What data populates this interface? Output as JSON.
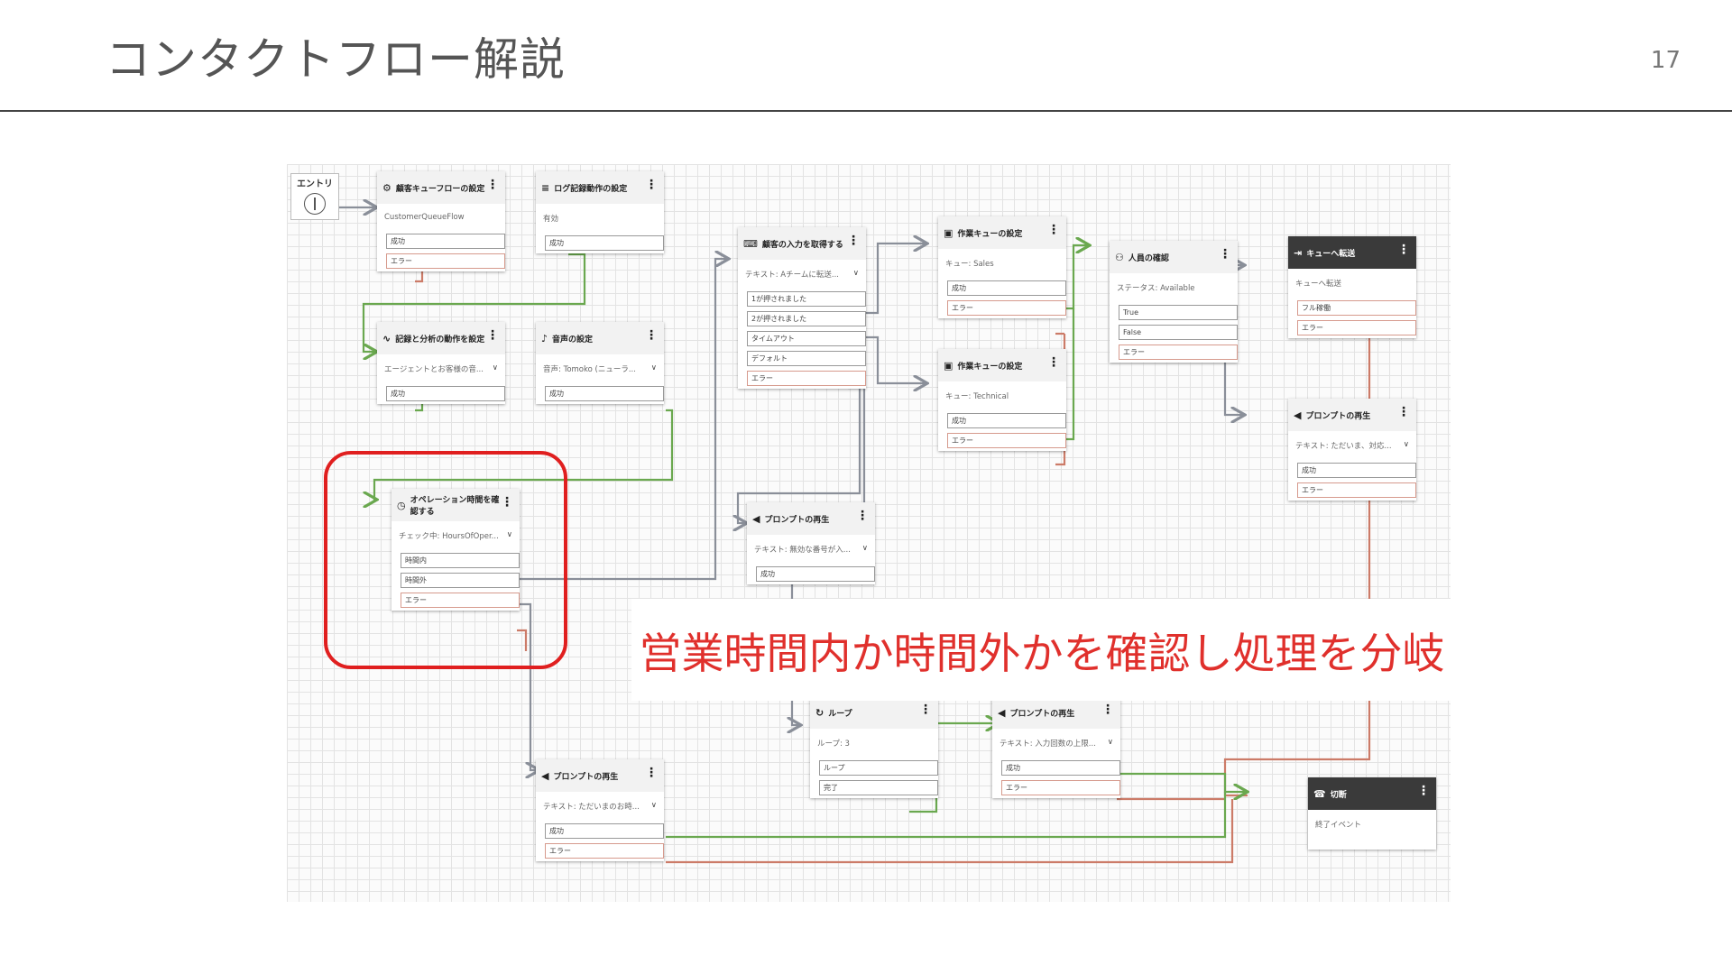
{
  "slide": {
    "title": "コンタクトフロー解説",
    "page_number": "17"
  },
  "entry": {
    "label": "エントリ"
  },
  "blocks": [
    {
      "id": "b1",
      "title": "顧客キューフローの設定",
      "subtitle": "CustomerQueueFlow",
      "icon": "person-gear-icon",
      "branches": [
        {
          "label": "成功",
          "kind": "ok"
        },
        {
          "label": "エラー",
          "kind": "err"
        }
      ]
    },
    {
      "id": "b2",
      "title": "ログ記録動作の設定",
      "subtitle": "有効",
      "icon": "log-icon",
      "branches": [
        {
          "label": "成功",
          "kind": "ok"
        }
      ]
    },
    {
      "id": "b3",
      "title": "記録と分析の動作を設定",
      "subtitle": "エージェントとお客様の音...",
      "icon": "analytics-icon",
      "branches": [
        {
          "label": "成功",
          "kind": "ok"
        }
      ]
    },
    {
      "id": "b4",
      "title": "音声の設定",
      "subtitle": "音声: Tomoko (ニューラ...",
      "icon": "voice-icon",
      "branches": [
        {
          "label": "成功",
          "kind": "ok"
        }
      ]
    },
    {
      "id": "b5",
      "title": "オペレーション時間を確認する",
      "subtitle": "チェック中: HoursOfOper...",
      "icon": "clock-check-icon",
      "branches": [
        {
          "label": "時間内",
          "kind": "ok"
        },
        {
          "label": "時間外",
          "kind": "ok"
        },
        {
          "label": "エラー",
          "kind": "err"
        }
      ]
    },
    {
      "id": "b6",
      "title": "顧客の入力を取得する",
      "subtitle": "テキスト: Aチームに転送...",
      "icon": "input-icon",
      "branches": [
        {
          "label": "1が押されました",
          "kind": "ok"
        },
        {
          "label": "2が押されました",
          "kind": "ok"
        },
        {
          "label": "タイムアウト",
          "kind": "ok"
        },
        {
          "label": "デフォルト",
          "kind": "ok"
        },
        {
          "label": "エラー",
          "kind": "err"
        }
      ]
    },
    {
      "id": "b7",
      "title": "作業キューの設定",
      "subtitle": "キュー: Sales",
      "icon": "queue-icon",
      "branches": [
        {
          "label": "成功",
          "kind": "ok"
        },
        {
          "label": "エラー",
          "kind": "err"
        }
      ]
    },
    {
      "id": "b8",
      "title": "作業キューの設定",
      "subtitle": "キュー: Technical",
      "icon": "queue-icon",
      "branches": [
        {
          "label": "成功",
          "kind": "ok"
        },
        {
          "label": "エラー",
          "kind": "err"
        }
      ]
    },
    {
      "id": "b9",
      "title": "人員の確認",
      "subtitle": "ステータス: Available",
      "icon": "staffing-icon",
      "branches": [
        {
          "label": "True",
          "kind": "ok"
        },
        {
          "label": "False",
          "kind": "ok"
        },
        {
          "label": "エラー",
          "kind": "err"
        }
      ]
    },
    {
      "id": "b10",
      "title": "キューへ転送",
      "subtitle": "キューへ転送",
      "icon": "transfer-icon",
      "branches": [
        {
          "label": "フル稼働",
          "kind": "err"
        },
        {
          "label": "エラー",
          "kind": "err"
        }
      ]
    },
    {
      "id": "b11",
      "title": "プロンプトの再生",
      "subtitle": "テキスト: ただいま、対応...",
      "icon": "speaker-icon",
      "branches": [
        {
          "label": "成功",
          "kind": "ok"
        },
        {
          "label": "エラー",
          "kind": "err"
        }
      ]
    },
    {
      "id": "b12",
      "title": "プロンプトの再生",
      "subtitle": "テキスト: 無効な番号が入...",
      "icon": "speaker-icon",
      "branches": [
        {
          "label": "成功",
          "kind": "ok"
        }
      ]
    },
    {
      "id": "b13",
      "title": "ループ",
      "subtitle": "ループ: 3",
      "icon": "loop-icon",
      "branches": [
        {
          "label": "ループ",
          "kind": "ok"
        },
        {
          "label": "完了",
          "kind": "ok"
        }
      ]
    },
    {
      "id": "b14",
      "title": "プロンプトの再生",
      "subtitle": "テキスト: 入力回数の上限...",
      "icon": "speaker-icon",
      "branches": [
        {
          "label": "成功",
          "kind": "ok"
        },
        {
          "label": "エラー",
          "kind": "err"
        }
      ]
    },
    {
      "id": "b15",
      "title": "プロンプトの再生",
      "subtitle": "テキスト: ただいまのお時...",
      "icon": "speaker-icon",
      "branches": [
        {
          "label": "成功",
          "kind": "ok"
        },
        {
          "label": "エラー",
          "kind": "err"
        }
      ]
    },
    {
      "id": "b16",
      "title": "切断",
      "subtitle": "終了イベント",
      "icon": "hangup-icon",
      "branches": []
    }
  ],
  "callout": {
    "text": "営業時間内か時間外かを確認し処理を分岐"
  },
  "colors": {
    "success_wire": "#6aa84f",
    "error_wire": "#cc7b68",
    "neutral_wire": "#8a8f99",
    "highlight": "#e01f1f",
    "callout_text": "#e0302c"
  }
}
